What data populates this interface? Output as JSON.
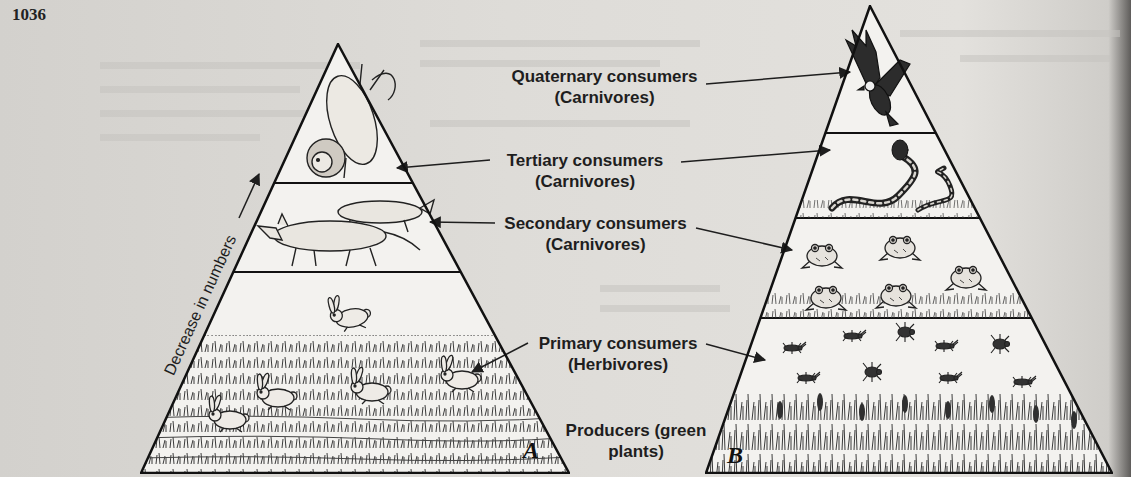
{
  "diagram": {
    "nodes": [
      {
        "text": [
          "A"
        ]
      },
      {
        "text": [
          "B"
        ]
      }
    ],
    "labels": [
      "1036",
      "Quaternary consumers (Carnivores)",
      "Tertiary consumers (Carnivores)",
      "Secondary consumers (Carnivores)",
      "Decrease in numbers",
      "Primary consumers (Herbivores)",
      "Producers (green plants)"
    ]
  }
}
